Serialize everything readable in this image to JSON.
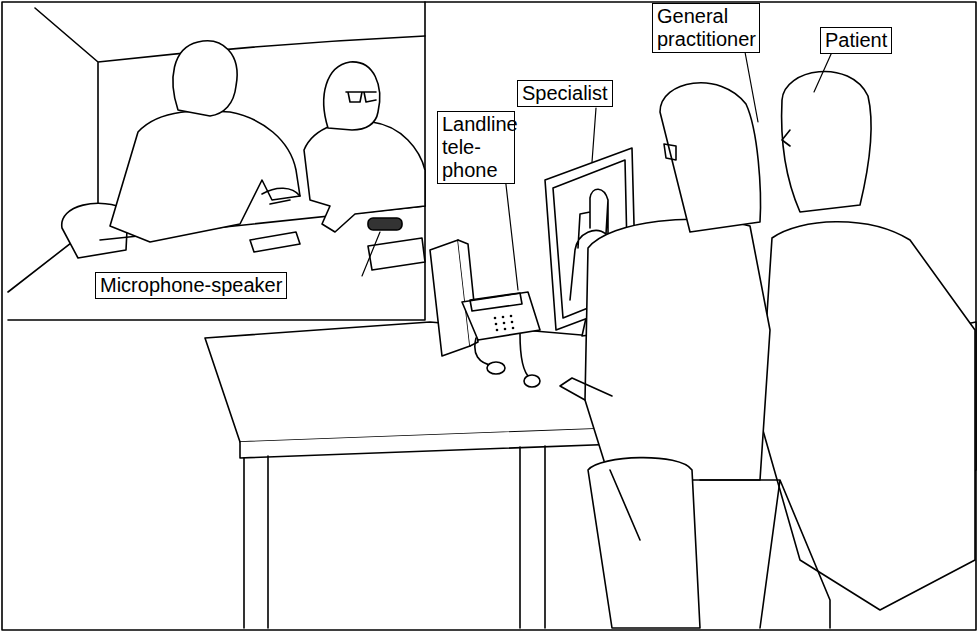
{
  "diagram": {
    "nodes": [
      {
        "text": [
          "General practitioner"
        ]
      },
      {
        "text": [
          "Patient"
        ]
      },
      {
        "text": [
          "Specialist"
        ]
      },
      {
        "text": [
          "Landline tele- phone"
        ]
      },
      {
        "text": [
          "Microphone-speaker"
        ]
      }
    ]
  }
}
